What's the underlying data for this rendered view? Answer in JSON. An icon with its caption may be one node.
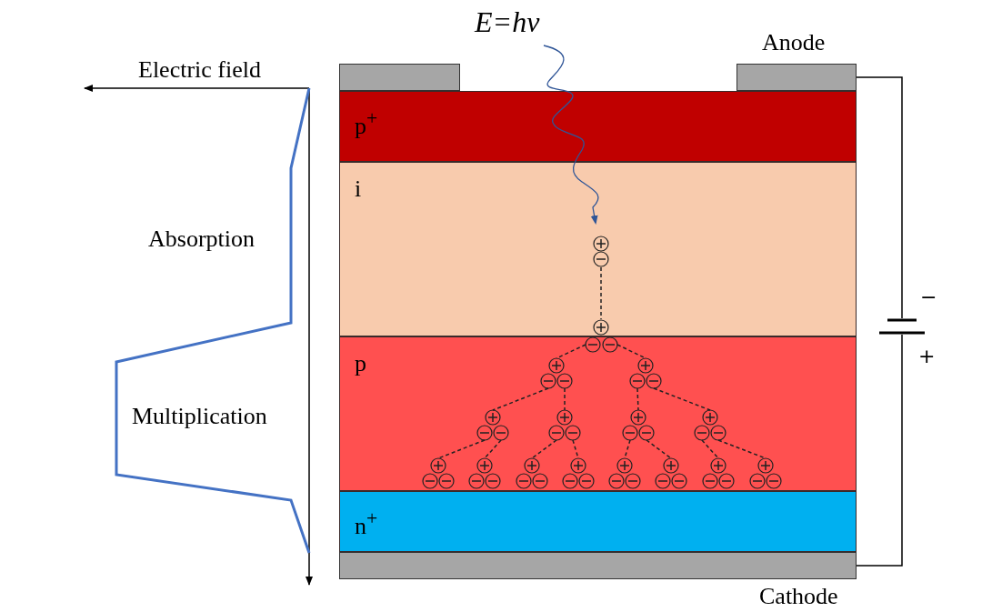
{
  "diagram": {
    "nodes": [
      {
        "text": [
          "p$^{+}$"
        ]
      },
      {
        "text": [
          "i"
        ]
      },
      {
        "text": [
          "p"
        ]
      },
      {
        "text": [
          "n$^{+}$"
        ]
      },
      {
        "text": [],
        "shape": "box"
      },
      {
        "text": [
          "Anode"
        ]
      },
      {
        "text": [
          "Cathode"
        ]
      },
      {
        "text": [],
        "shape": "battery"
      }
    ],
    "edges": [
      {
        "from": 5,
        "to": 7,
        "arrow": "none"
      },
      {
        "from": 7,
        "to": 6,
        "arrow": "none"
      }
    ],
    "labels": [
      "E=hν",
      "Electric field",
      "Absorption",
      "Multiplication",
      "−",
      "+"
    ]
  }
}
